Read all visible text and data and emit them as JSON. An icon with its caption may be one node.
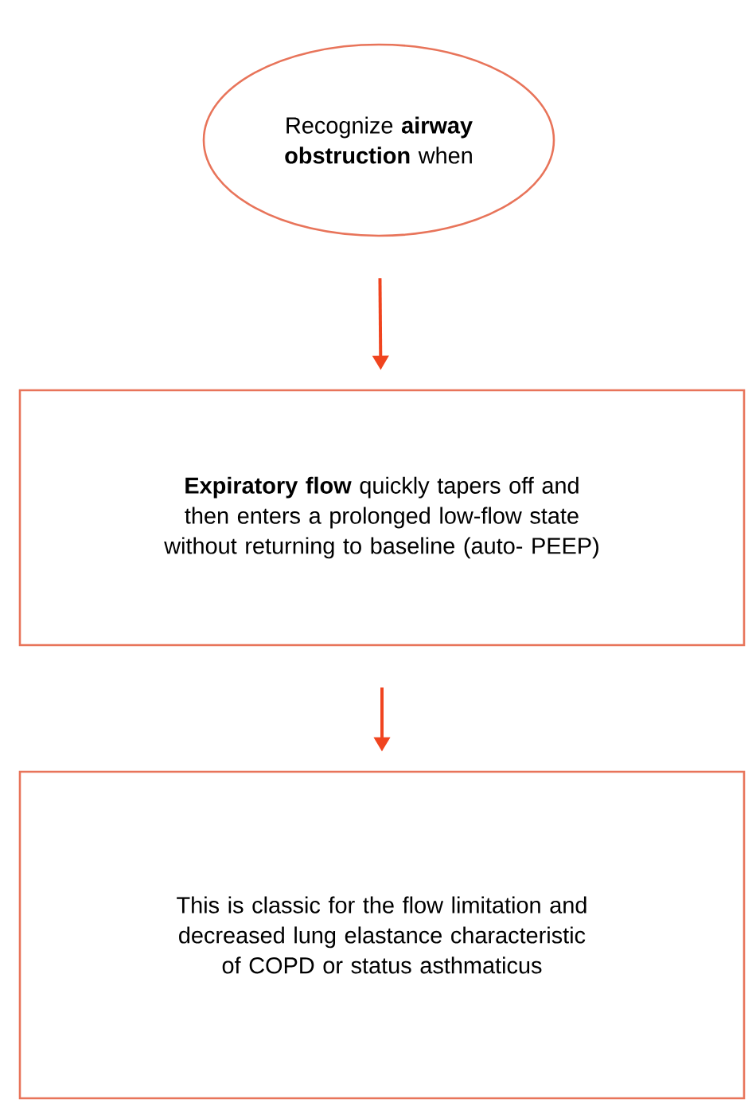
{
  "diagram": {
    "nodes": [
      {
        "text": [
          "Recognize **airway obstruction** when"
        ]
      },
      {
        "text": [
          "**Expiratory flow** quickly tapers off and then enters a prolonged low-flow state without returning to baseline (auto- PEEP)"
        ]
      },
      {
        "text": [
          "This is classic for the flow limitation and decreased lung elastance characteristic of COPD or status asthmaticus"
        ]
      }
    ],
    "edges": [
      {
        "from": 0,
        "to": 1,
        "arrow": "to"
      },
      {
        "from": 1,
        "to": 2,
        "arrow": "to"
      }
    ]
  }
}
